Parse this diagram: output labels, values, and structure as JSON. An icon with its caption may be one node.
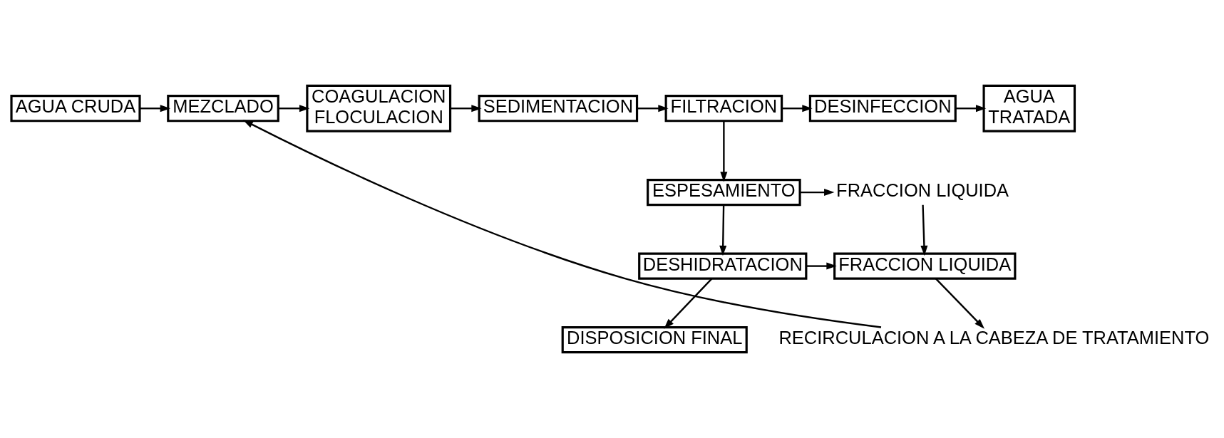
{
  "diagram": {
    "nodes": [
      {
        "text": [
          "AGUA CRUDA"
        ]
      },
      {
        "text": [
          "MEZCLADO"
        ]
      },
      {
        "text": [
          "COAGULACION FLOCULACION"
        ]
      },
      {
        "text": [
          "SEDIMENTACION"
        ]
      },
      {
        "text": [
          "FILTRACION"
        ]
      },
      {
        "text": [
          "DESINFECCION"
        ]
      },
      {
        "text": [
          "AGUA TRATADA"
        ]
      },
      {
        "text": [
          "ESPESAMIENTO"
        ]
      },
      {
        "text": [
          "FRACCION LIQUIDA"
        ]
      },
      {
        "text": [
          "DESHIDRATACION"
        ]
      },
      {
        "text": [
          "FRACCION LIQUIDA"
        ]
      },
      {
        "text": [
          "DISPOSICION FINAL"
        ]
      },
      {
        "text": [
          "RECIRCULACION A LA CABEZA DE TRATAMIENTO"
        ]
      }
    ],
    "edges": [
      {
        "from": 0,
        "to": 1,
        "arrow": "to"
      },
      {
        "from": 1,
        "to": 2,
        "arrow": "to"
      },
      {
        "from": 2,
        "to": 3,
        "arrow": "to"
      },
      {
        "from": 3,
        "to": 4,
        "arrow": "to"
      },
      {
        "from": 4,
        "to": 5,
        "arrow": "to"
      },
      {
        "from": 5,
        "to": 6,
        "arrow": "to"
      },
      {
        "from": 4,
        "to": 7,
        "arrow": "to"
      },
      {
        "from": 7,
        "to": 8,
        "arrow": "to"
      },
      {
        "from": 7,
        "to": 9,
        "arrow": "to"
      },
      {
        "from": 8,
        "to": 10,
        "arrow": "to"
      },
      {
        "from": 9,
        "to": 10,
        "arrow": "to"
      },
      {
        "from": 9,
        "to": 11,
        "arrow": "to"
      },
      {
        "from": 10,
        "to": 12,
        "arrow": "to"
      },
      {
        "from": 12,
        "to": 1,
        "arrow": "to"
      }
    ]
  }
}
